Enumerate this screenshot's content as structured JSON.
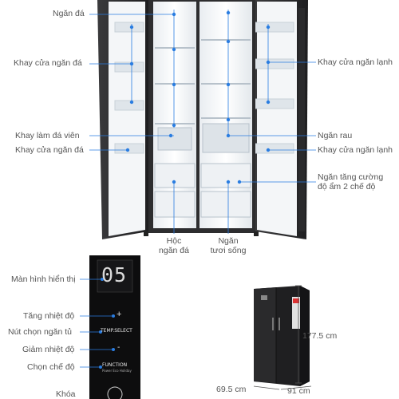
{
  "labels_left": {
    "freezer_compartment": "Ngăn đá",
    "freezer_door_tray": "Khay cửa ngăn đá",
    "ice_tray": "Khay làm đá viên",
    "freezer_door_tray_2": "Khay cửa ngăn đá"
  },
  "labels_right": {
    "fridge_door_tray": "Khay cửa ngăn lạnh",
    "vegetable_drawer": "Ngăn rau",
    "fridge_door_tray_2": "Khay cửa ngăn lạnh",
    "humidity_drawer": "Ngăn tăng cường\nđộ ẩm 2 chế độ"
  },
  "labels_bottom": {
    "freezer_box": "Hộc\nngăn đá",
    "fresh_box": "Ngăn\ntươi sống"
  },
  "panel_labels": {
    "display": "Màn hình hiển thị",
    "temp_up": "Tăng nhiệt độ",
    "select_button": "Nút chọn ngăn tủ",
    "temp_down": "Giảm nhiệt độ",
    "mode": "Chọn chế độ",
    "lock": "Khóa"
  },
  "panel_texts": {
    "display_digits": "05",
    "plus": "+",
    "temp_select": "TEMP.SELECT",
    "minus": "-",
    "function": "FUNCTION",
    "function_sub": "Power  Eco  Holiday"
  },
  "dimensions": {
    "height": "177.5 cm",
    "depth": "69.5 cm",
    "width": "91 cm"
  },
  "colors": {
    "accent_line": "#2a7de1",
    "body_dark": "#2b2b2d",
    "interior": "#f2f4f6",
    "label_text": "#555555"
  }
}
